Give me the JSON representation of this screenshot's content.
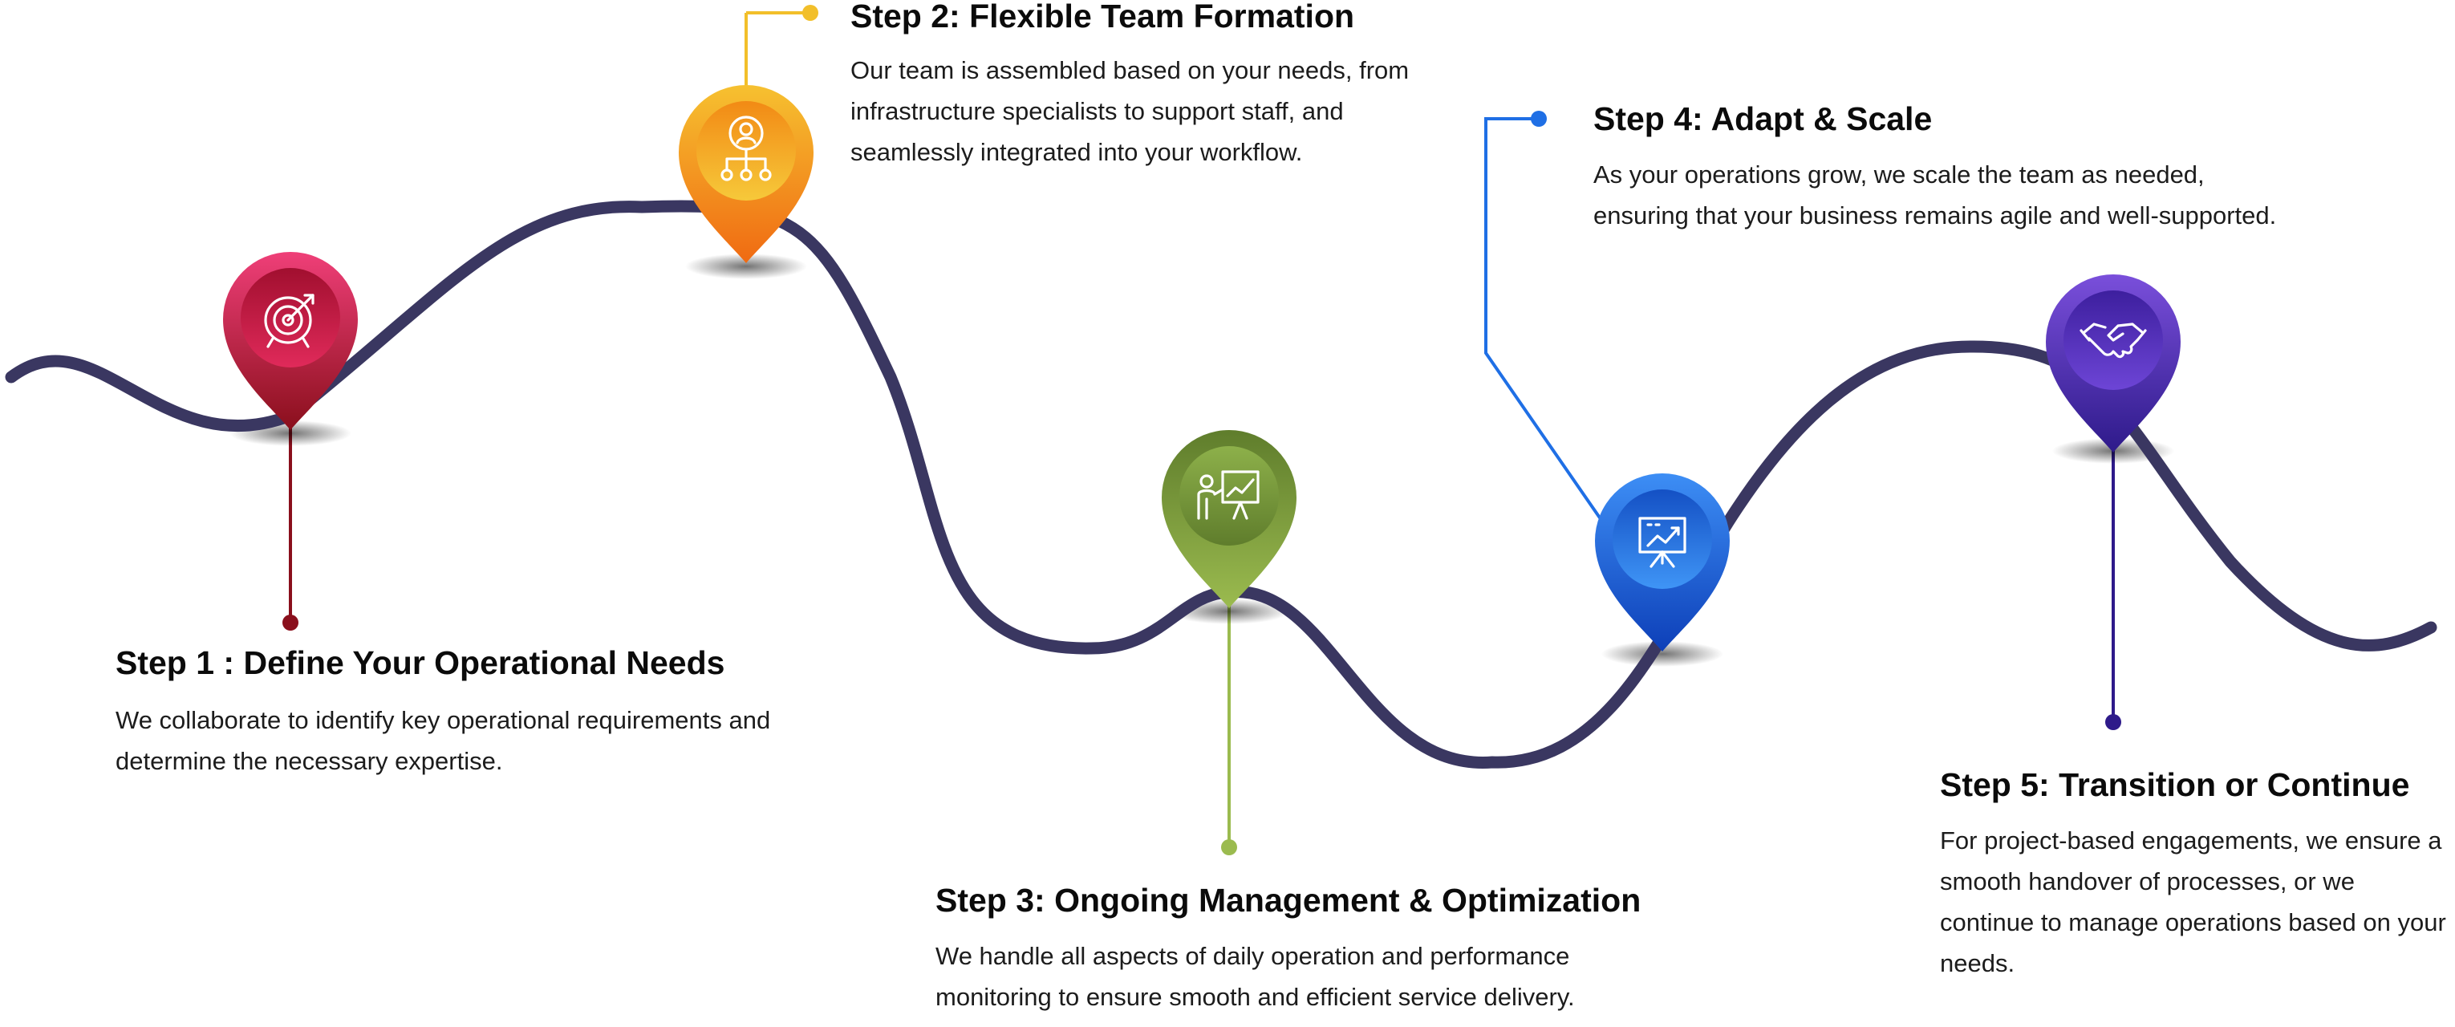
{
  "curve_color": "#3a3761",
  "steps": [
    {
      "title": "Step 1 : Define Your Operational Needs",
      "description": "We collaborate to identify key operational requirements and determine the necessary expertise.",
      "icon": "target-icon",
      "color": "#d81b4f",
      "color_light": "#ef3f78",
      "color_dark": "#8a0f1c"
    },
    {
      "title": "Step 2: Flexible Team Formation",
      "description": "Our team is assembled based on your needs, from infrastructure specialists to support staff, and seamlessly integrated into your workflow.",
      "icon": "team-hierarchy-icon",
      "color": "#f39a1e",
      "color_light": "#f6c130",
      "color_dark": "#f06a12"
    },
    {
      "title": "Step 3: Ongoing Management & Optimization",
      "description": "We handle all aspects of daily operation and performance monitoring to ensure smooth and efficient service delivery.",
      "icon": "presentation-icon",
      "color": "#7a9a3e",
      "color_light": "#9bbb4f",
      "color_dark": "#5f7d2c"
    },
    {
      "title": "Step 4: Adapt & Scale",
      "description": "As your operations grow, we scale the team as needed, ensuring that your business remains agile and well-supported.",
      "icon": "growth-chart-icon",
      "color": "#1f6fe5",
      "color_light": "#3d8ef5",
      "color_dark": "#0d3fb8"
    },
    {
      "title": "Step 5: Transition or Continue",
      "description": "For project-based engagements, we ensure a smooth handover of processes, or we continue to manage operations based on your needs.",
      "icon": "handshake-icon",
      "color": "#5a2ec0",
      "color_light": "#7a4fdb",
      "color_dark": "#2e1a8a"
    }
  ]
}
